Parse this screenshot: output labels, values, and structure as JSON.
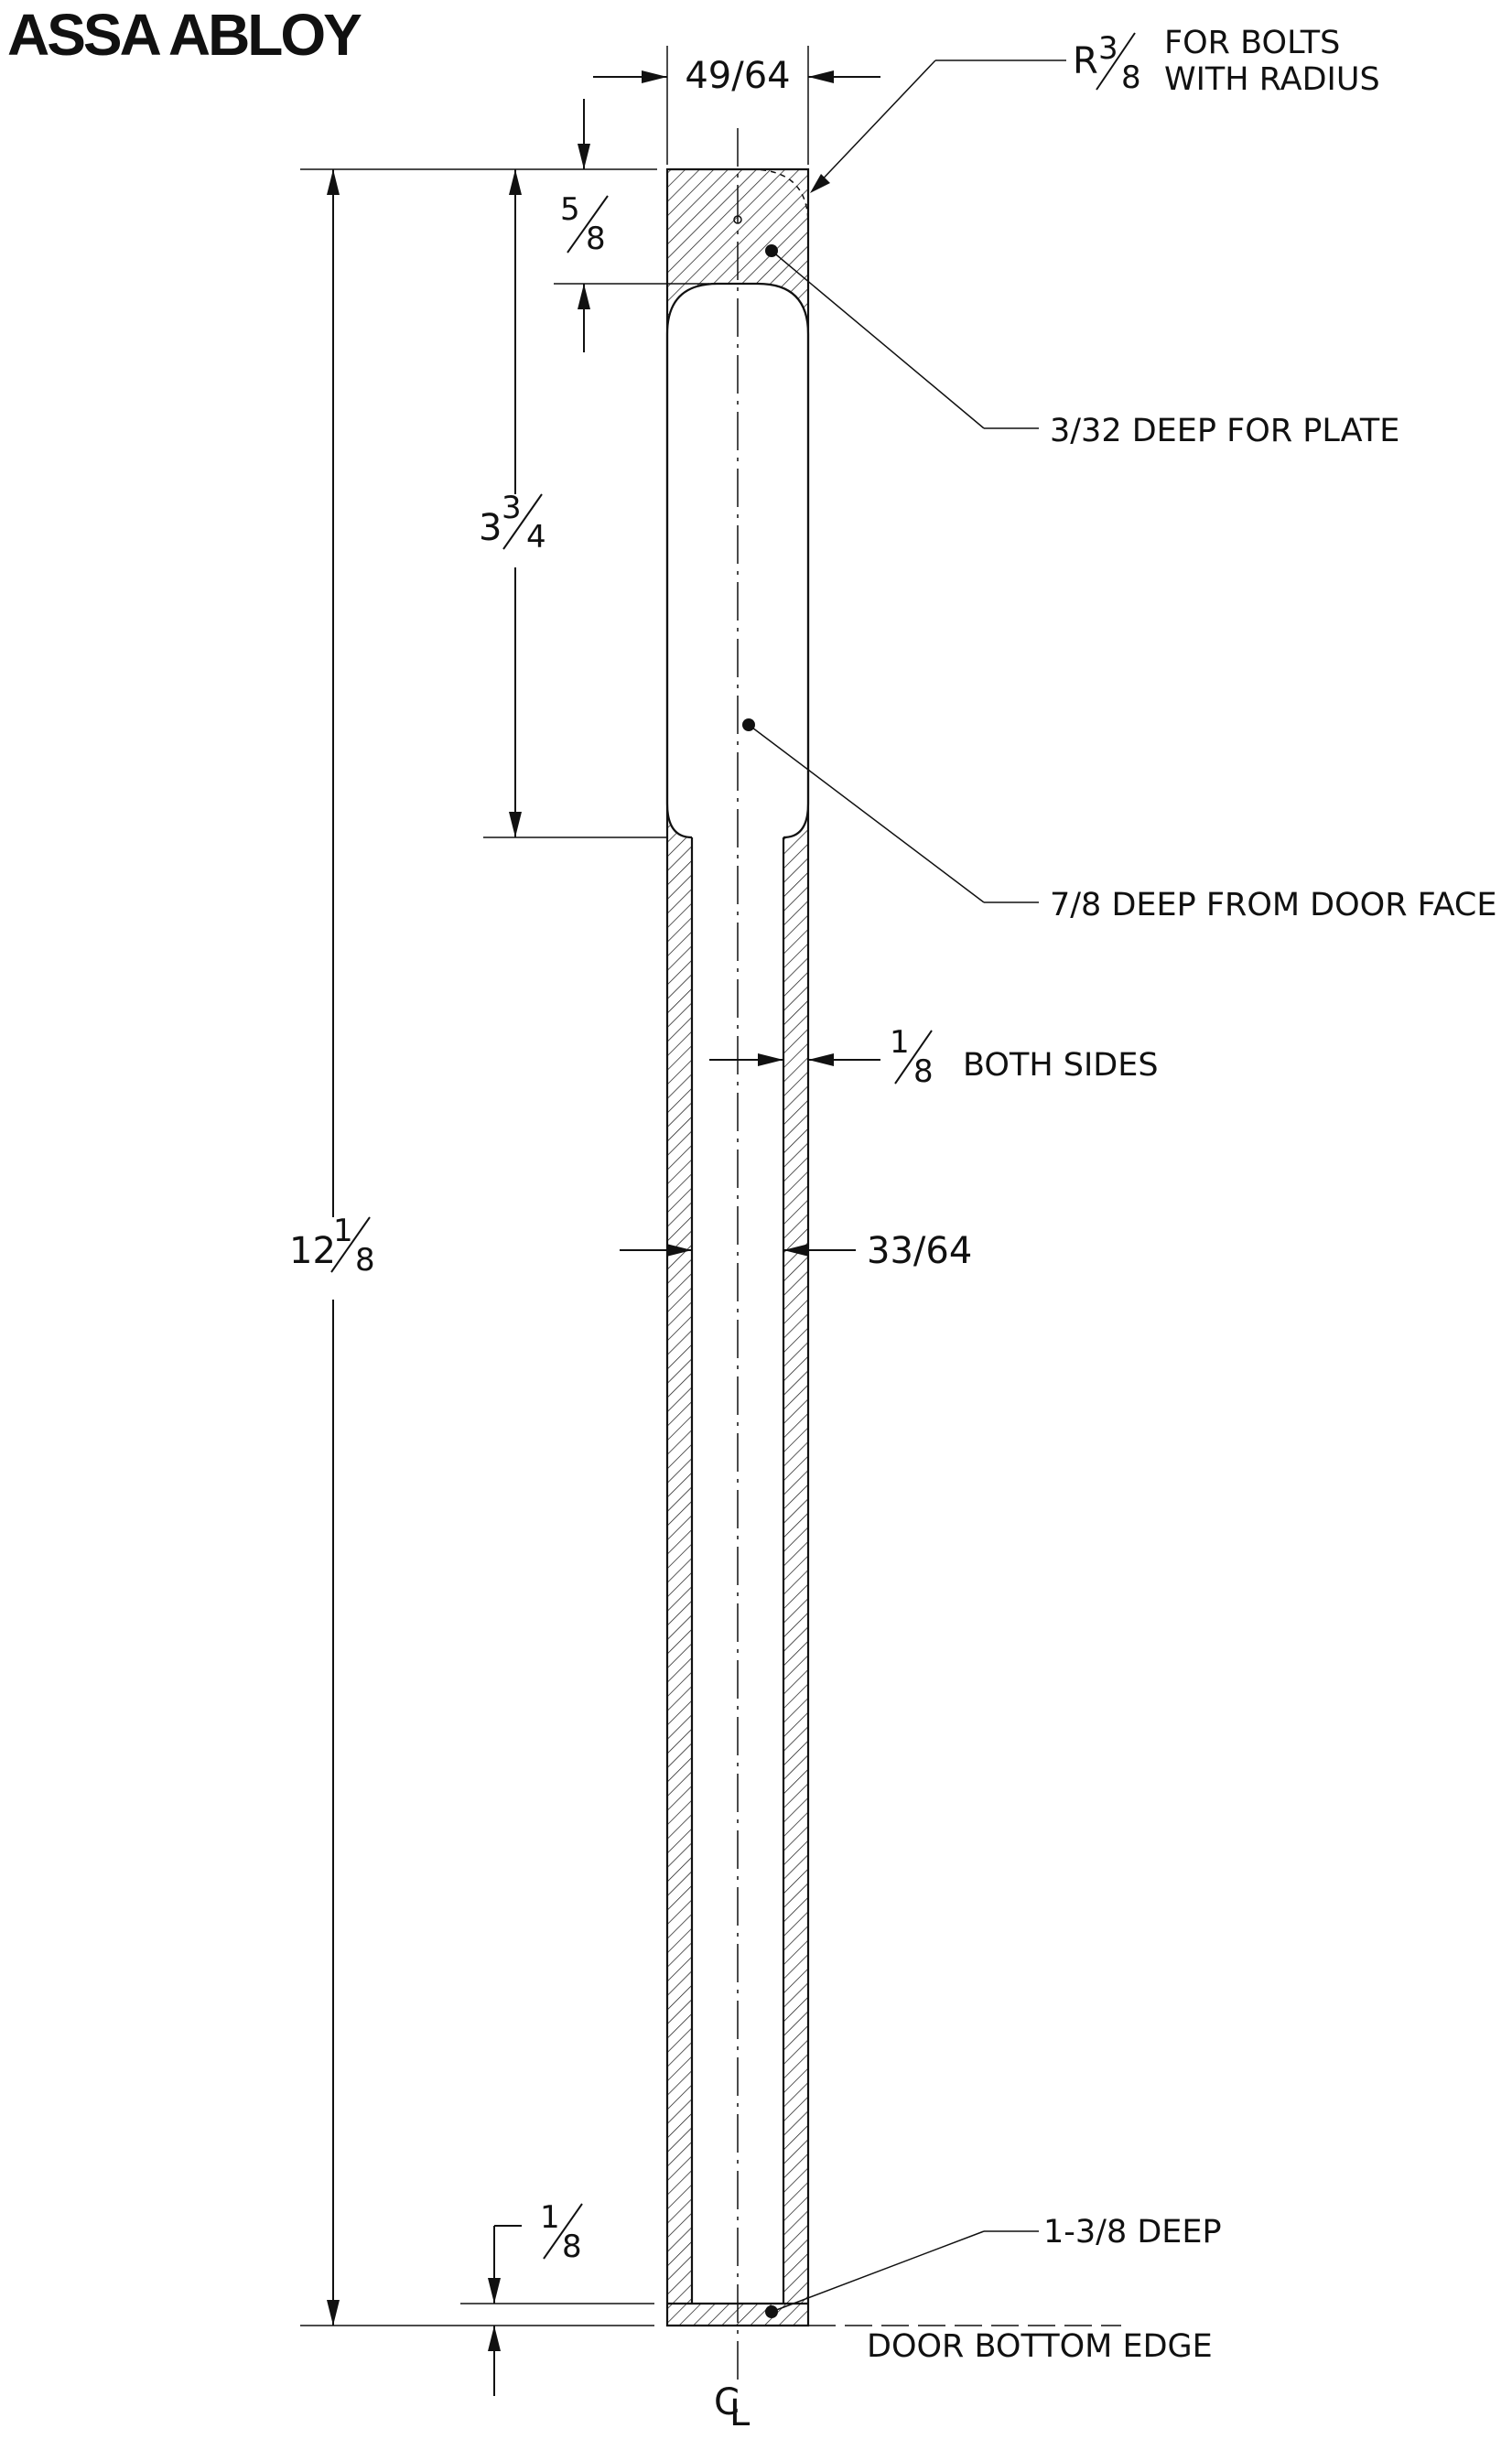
{
  "brand": {
    "logo_text": "ASSA ABLOY"
  },
  "dimensions": {
    "width": "49/64",
    "radius_prefix": "R",
    "radius_num": "3",
    "radius_den": "8",
    "top_section_num": "5",
    "top_section_den": "8",
    "pocket_whole": "3",
    "pocket_num": "3",
    "pocket_den": "4",
    "overall_whole": "12",
    "overall_num": "1",
    "overall_den": "8",
    "wall_num": "1",
    "wall_den": "8",
    "groove_width": "33/64",
    "bottom_num": "1",
    "bottom_den": "8"
  },
  "notes": {
    "bolts_line1": "FOR BOLTS",
    "bolts_line2": "WITH RADIUS",
    "plate": "3/32 DEEP FOR PLATE",
    "door_face": "7/8 DEEP FROM DOOR FACE",
    "both_sides": "BOTH SIDES",
    "bottom_deep": "1-3/8 DEEP",
    "door_bottom": "DOOR BOTTOM EDGE",
    "centerline": "CL"
  }
}
